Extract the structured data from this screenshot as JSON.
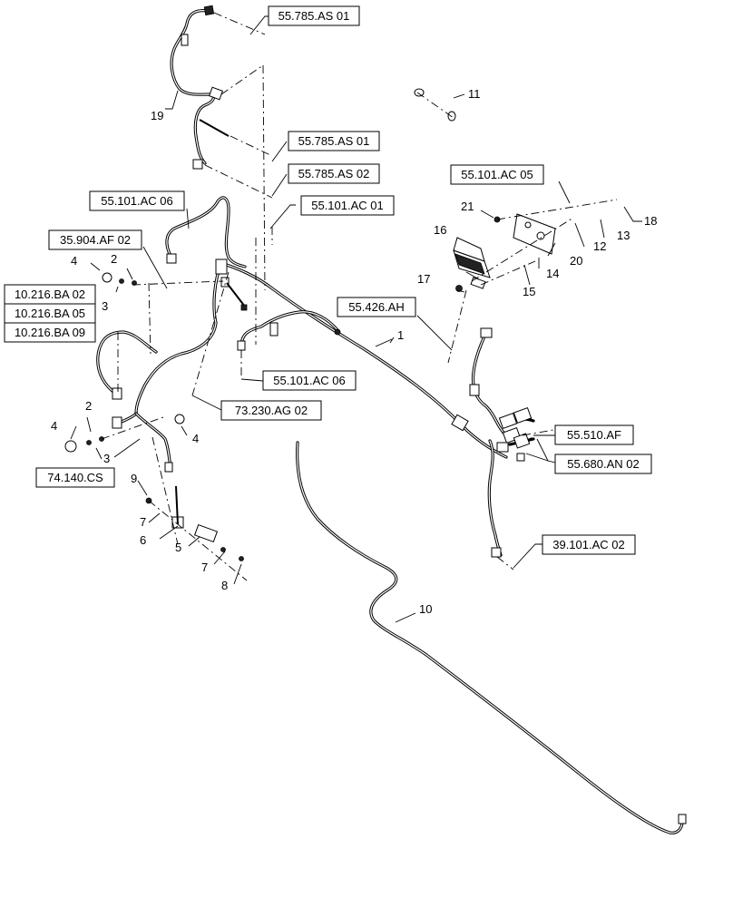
{
  "references": [
    {
      "id": "r1",
      "text": "55.785.AS 01"
    },
    {
      "id": "r2",
      "text": "55.785.AS 01"
    },
    {
      "id": "r3",
      "text": "55.785.AS 02"
    },
    {
      "id": "r4",
      "text": "55.101.AC 06"
    },
    {
      "id": "r5",
      "text": "55.101.AC 01"
    },
    {
      "id": "r6",
      "text": "35.904.AF 02"
    },
    {
      "id": "r7",
      "text": "10.216.BA 02"
    },
    {
      "id": "r8",
      "text": "10.216.BA 05"
    },
    {
      "id": "r9",
      "text": "10.216.BA 09"
    },
    {
      "id": "r10",
      "text": "55.101.AC 05"
    },
    {
      "id": "r11",
      "text": "55.426.AH"
    },
    {
      "id": "r12",
      "text": "55.101.AC 06"
    },
    {
      "id": "r13",
      "text": "73.230.AG 02"
    },
    {
      "id": "r14",
      "text": "55.510.AF"
    },
    {
      "id": "r15",
      "text": "55.680.AN 02"
    },
    {
      "id": "r16",
      "text": "74.140.CS"
    },
    {
      "id": "r17",
      "text": "39.101.AC 02"
    }
  ],
  "callouts": [
    {
      "id": "c1",
      "text": "1"
    },
    {
      "id": "c2a",
      "text": "2"
    },
    {
      "id": "c2b",
      "text": "2"
    },
    {
      "id": "c3a",
      "text": "3"
    },
    {
      "id": "c3b",
      "text": "3"
    },
    {
      "id": "c4a",
      "text": "4"
    },
    {
      "id": "c4b",
      "text": "4"
    },
    {
      "id": "c4c",
      "text": "4"
    },
    {
      "id": "c5",
      "text": "5"
    },
    {
      "id": "c6",
      "text": "6"
    },
    {
      "id": "c7a",
      "text": "7"
    },
    {
      "id": "c7b",
      "text": "7"
    },
    {
      "id": "c8",
      "text": "8"
    },
    {
      "id": "c9",
      "text": "9"
    },
    {
      "id": "c10",
      "text": "10"
    },
    {
      "id": "c11",
      "text": "11"
    },
    {
      "id": "c12",
      "text": "12"
    },
    {
      "id": "c13",
      "text": "13"
    },
    {
      "id": "c14",
      "text": "14"
    },
    {
      "id": "c15",
      "text": "15"
    },
    {
      "id": "c16",
      "text": "16"
    },
    {
      "id": "c17",
      "text": "17"
    },
    {
      "id": "c18",
      "text": "18"
    },
    {
      "id": "c19",
      "text": "19"
    },
    {
      "id": "c20",
      "text": "20"
    },
    {
      "id": "c21",
      "text": "21"
    }
  ]
}
